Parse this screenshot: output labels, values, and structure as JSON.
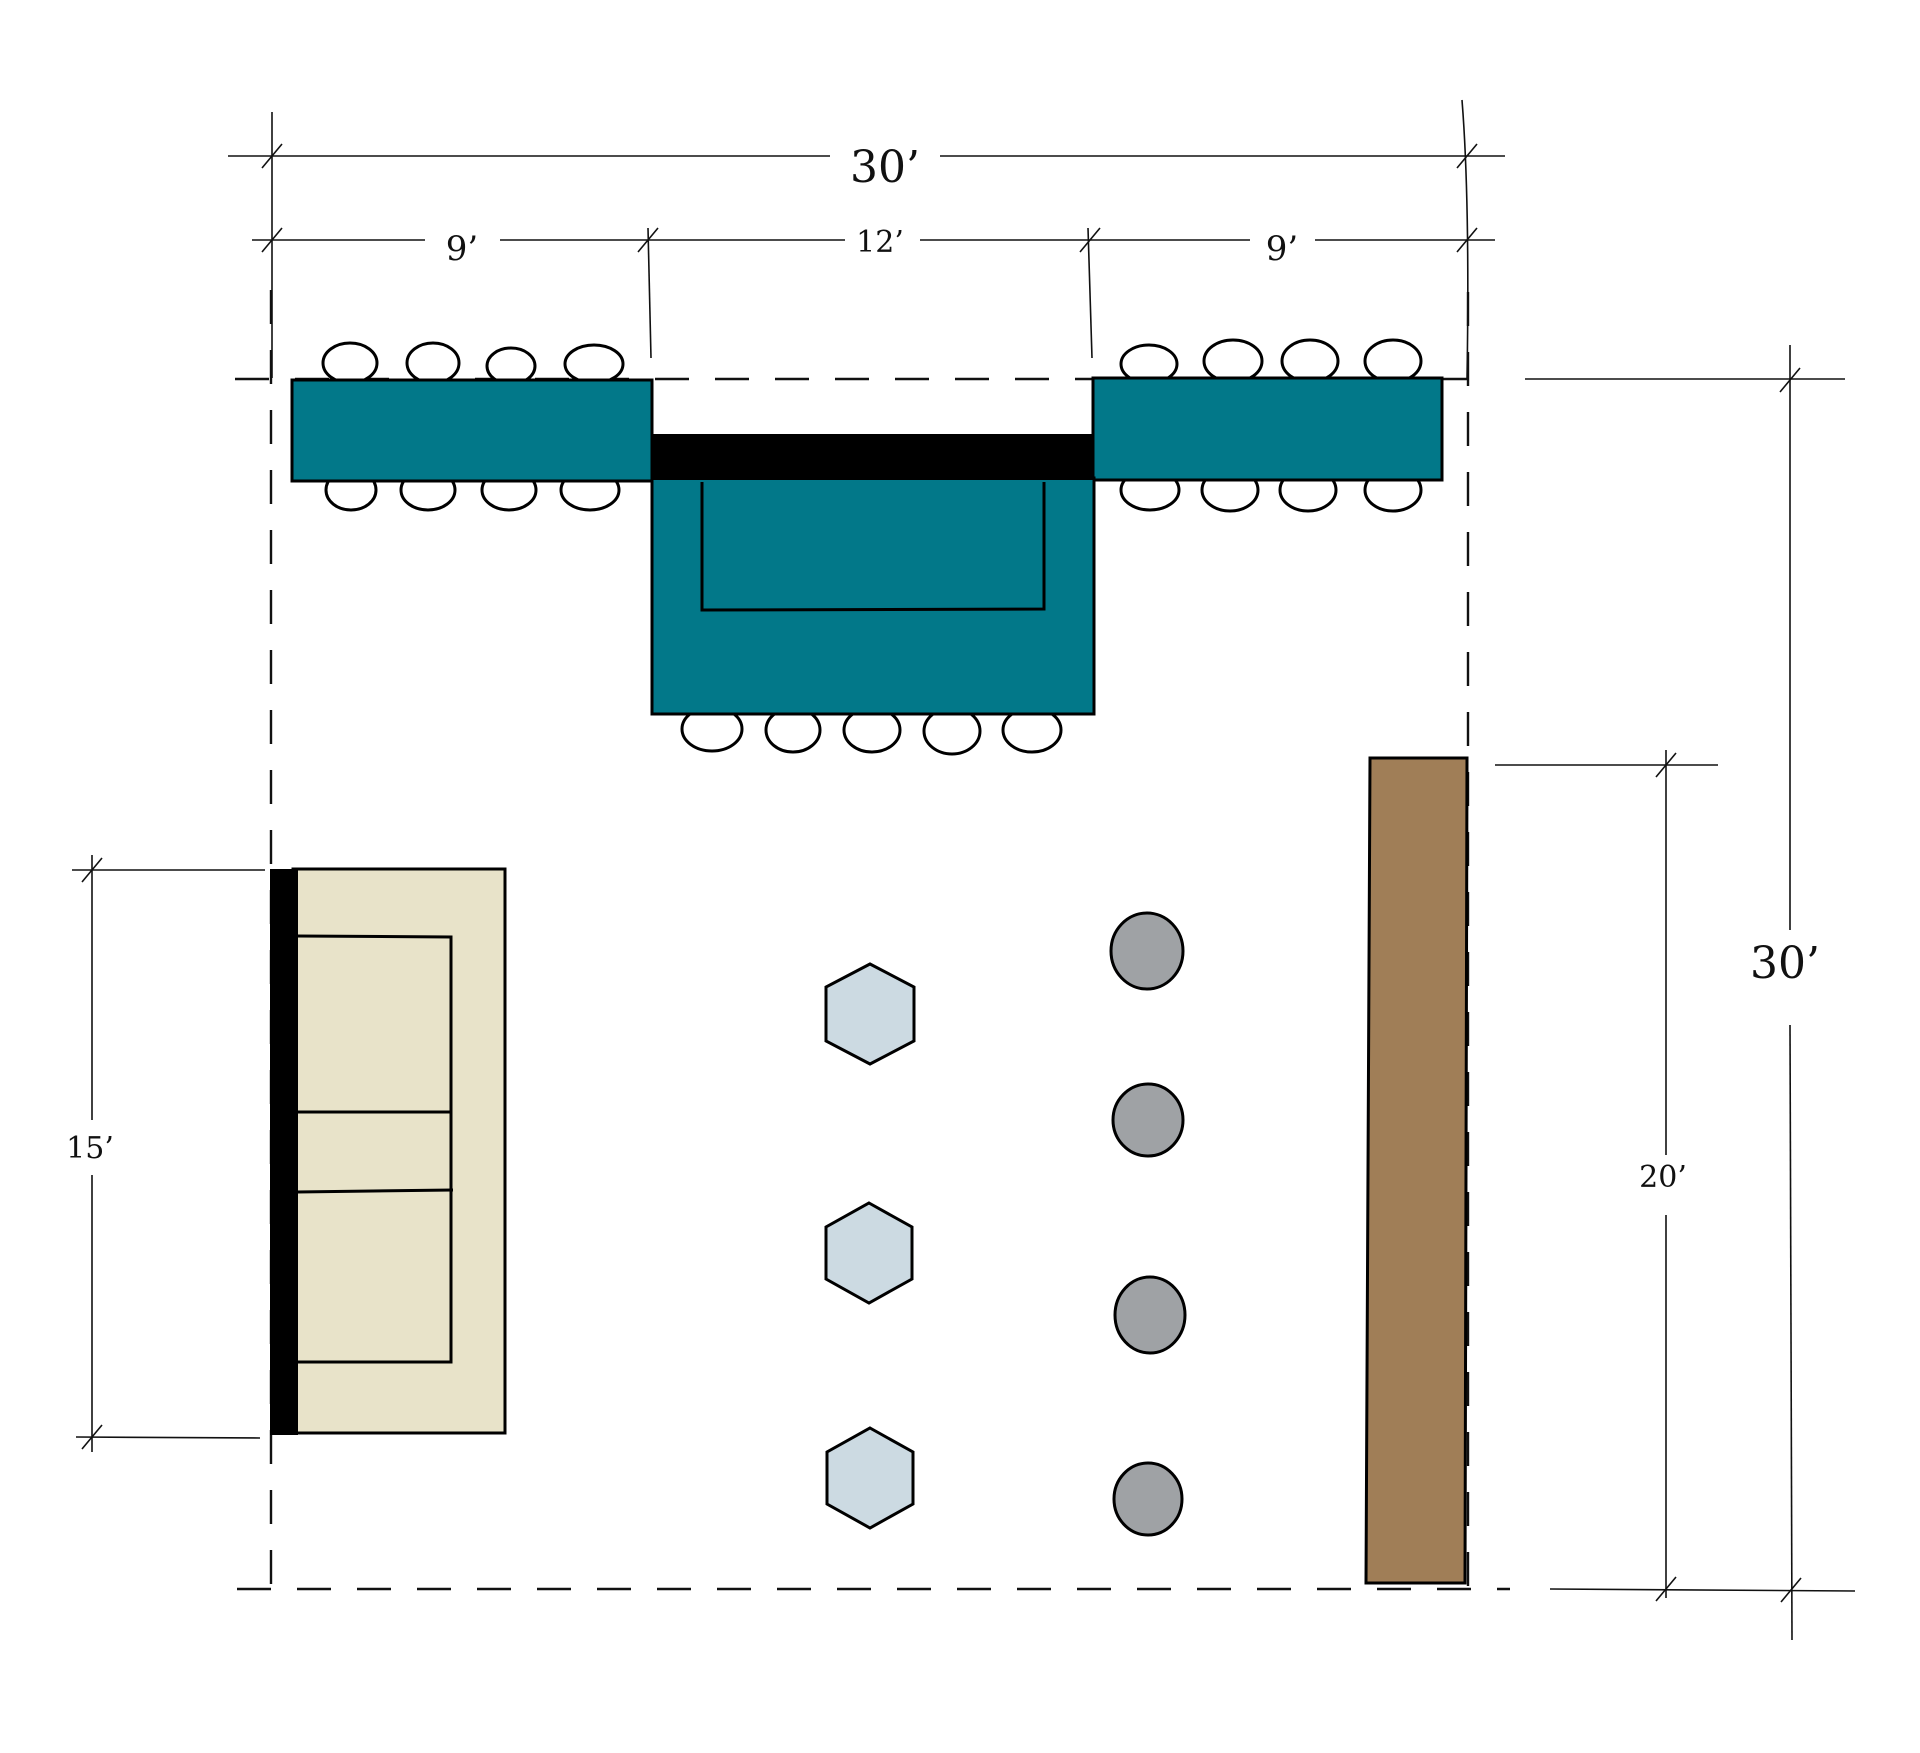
{
  "dimensions": {
    "top_overall": "30’",
    "top_left": "9’",
    "top_middle": "12’",
    "top_right": "9’",
    "right_overall": "30’",
    "right_inner": "20’",
    "left_sofa": "15’"
  },
  "colors": {
    "teal": "#027889",
    "sofa_cream": "#e8e3c9",
    "bar_brown": "#a07e57",
    "hexagon_stool": "#ccdae2",
    "round_stool": "#9fa2a5",
    "stage_black": "#000000",
    "line": "#111111",
    "background": "#ffffff"
  }
}
